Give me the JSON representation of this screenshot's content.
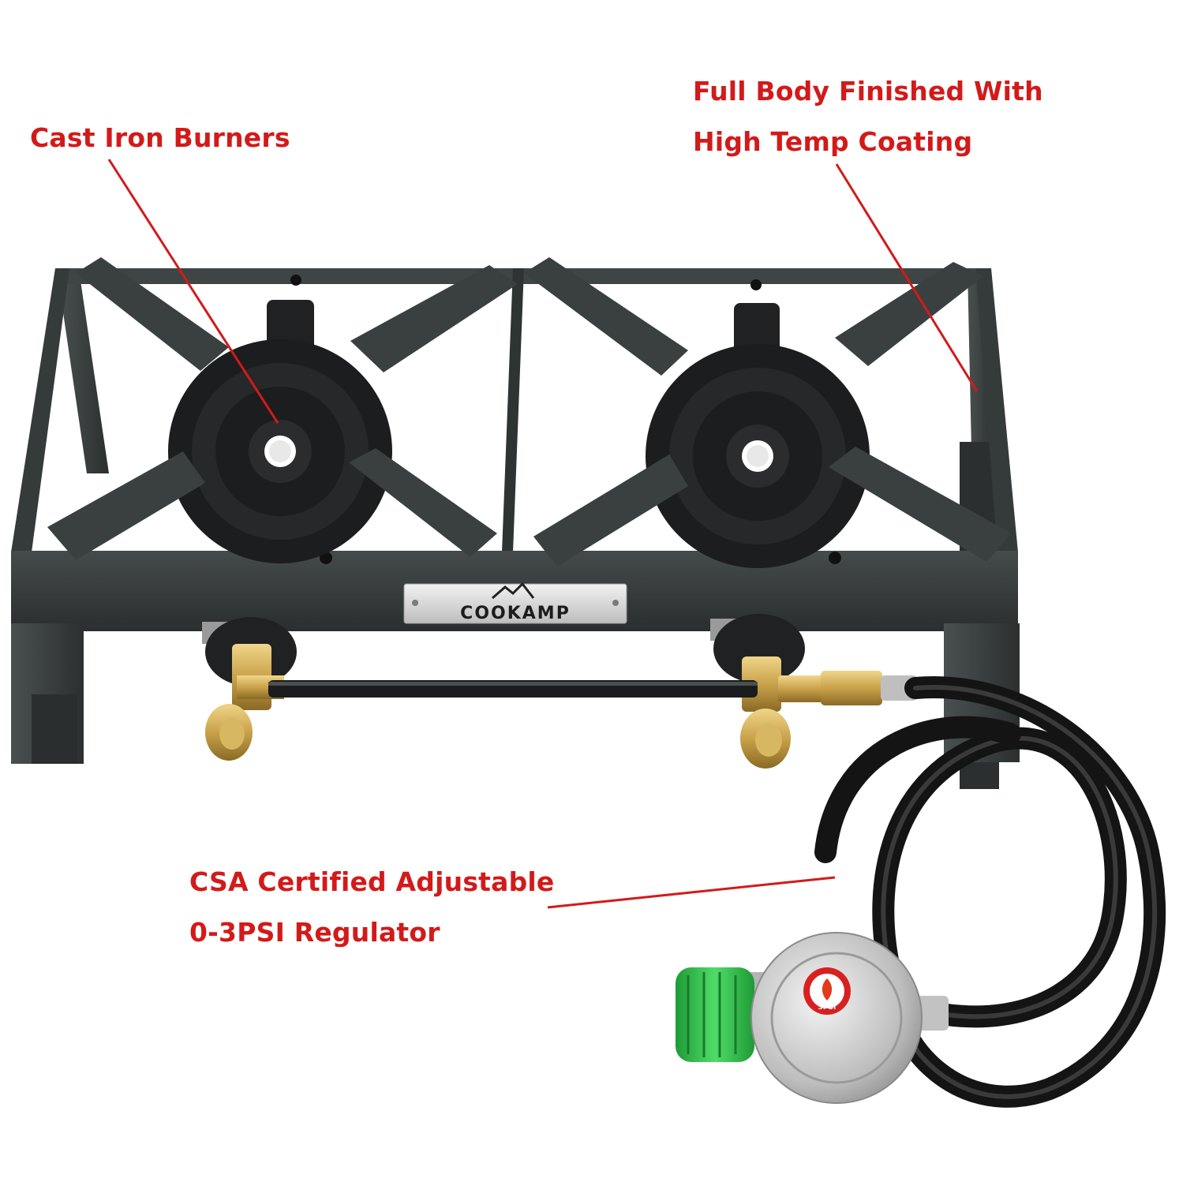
{
  "callouts": {
    "burners": {
      "line1": "Cast Iron Burners"
    },
    "coating": {
      "line1": "Full Body Finished With",
      "line2": "High Temp Coating"
    },
    "regulator": {
      "line1": "CSA Certified Adjustable",
      "line2": "0-3PSI Regulator"
    }
  },
  "brand": {
    "name": "COOKAMP",
    "regulator_badge": "3PSI"
  },
  "colors": {
    "callout_text": "#d31a1a",
    "leader_line": "#d31a1a",
    "frame": "#2b2f2f",
    "frame_light": "#3d4342",
    "burner": "#1d1f20",
    "brass": "#c9a24a",
    "hose": "#151515",
    "regulator_green": "#2fbf4a",
    "regulator_silver": "#c8c8c8",
    "nameplate": "#d9d9d9"
  }
}
